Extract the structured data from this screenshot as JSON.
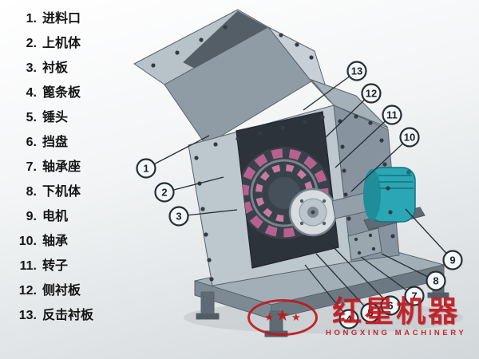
{
  "parts_list": [
    {
      "num": "1.",
      "label": "进料口"
    },
    {
      "num": "2.",
      "label": "上机体"
    },
    {
      "num": "3.",
      "label": "衬板"
    },
    {
      "num": "4.",
      "label": "篦条板"
    },
    {
      "num": "5.",
      "label": "锤头"
    },
    {
      "num": "6.",
      "label": "挡盘"
    },
    {
      "num": "7.",
      "label": "轴承座"
    },
    {
      "num": "8.",
      "label": "下机体"
    },
    {
      "num": "9.",
      "label": "电机"
    },
    {
      "num": "10.",
      "label": "轴承"
    },
    {
      "num": "11.",
      "label": "转子"
    },
    {
      "num": "12.",
      "label": "侧衬板"
    },
    {
      "num": "13.",
      "label": "反击衬板"
    }
  ],
  "callout_numbers": [
    "1",
    "2",
    "3",
    "4",
    "5",
    "6",
    "7",
    "8",
    "9",
    "10",
    "11",
    "12",
    "13"
  ],
  "watermark": {
    "stars": [
      "★",
      "★",
      "★"
    ],
    "brand_cn": "红星机器",
    "brand_en": "HONGXING MACHINERY"
  },
  "colors": {
    "accent_red": "#c0171d",
    "motor_teal": "#2ba6b4",
    "rotor_pink": "#b8618f",
    "panel_gray": "#bdc7ce"
  }
}
